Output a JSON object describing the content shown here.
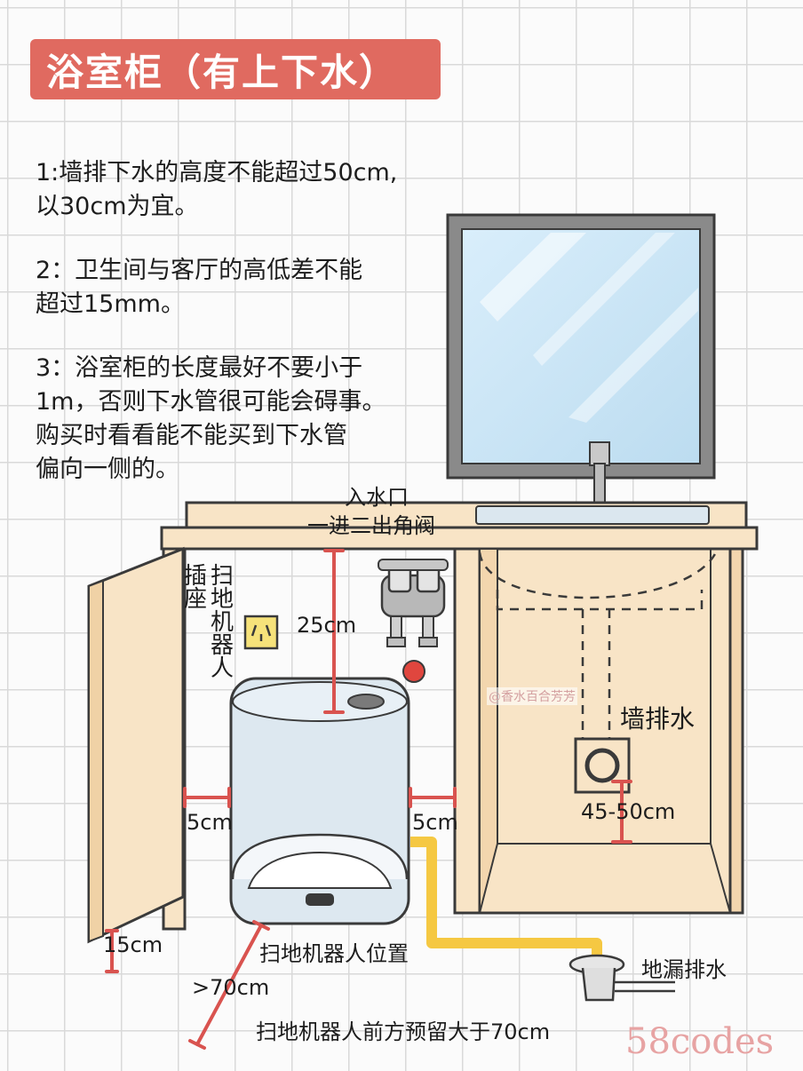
{
  "title": "浴室柜（有上下水）",
  "notes": [
    [
      "1:墙排下水的高度不能超过50cm,",
      "以30cm为宜。"
    ],
    [
      "2：卫生间与客厅的高低差不能",
      "超过15mm。"
    ],
    [
      "3：浴室柜的长度最好不要小于",
      "1m，否则下水管很可能会碍事。",
      "购买时看看能不能买到下水管",
      "偏向一侧的。"
    ]
  ],
  "labels": {
    "inlet_line1": "入水口",
    "inlet_line2": "一进二出角阀",
    "socket": "插座",
    "robot_vertical": "扫地机器人",
    "dim_top": "25cm",
    "dim_left_gap": "5cm",
    "dim_right_gap": "5cm",
    "wall_drain": "墙排水",
    "wall_drain_height": "45-50cm",
    "dim_bottom": "15cm",
    "robot_position": "扫地机器人位置",
    "dim_front": ">70cm",
    "floor_drain": "地漏排水",
    "front_note": "扫地机器人前方预留大于70cm"
  },
  "watermarks": {
    "author": "@香水百合芳芳",
    "site": "58codes"
  },
  "colors": {
    "title_bg": "#e06a60",
    "cabinet": "#f8e4c6",
    "outline": "#3a3a3a",
    "dimension": "#d9534f",
    "robot_body": "#dde8f0",
    "mirror": "#cfe6f5",
    "pipe": "#f5c842"
  }
}
